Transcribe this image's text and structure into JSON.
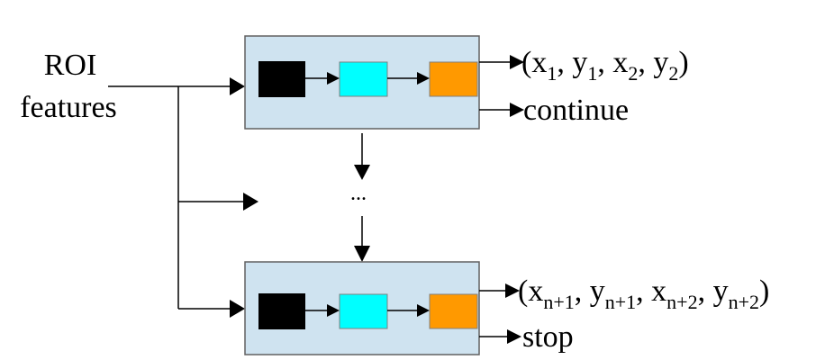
{
  "input_label": {
    "line1": "ROI",
    "line2": "features"
  },
  "stage_top": {
    "output_open": "(x",
    "output_sub1": "1",
    "output_mid1": ", y",
    "output_sub2": "1",
    "output_mid2": ", x",
    "output_sub3": "2",
    "output_mid3": ", y",
    "output_sub4": "2",
    "output_close": ")",
    "decision": "continue"
  },
  "ellipsis": "...",
  "stage_bottom": {
    "output_open": "(x",
    "output_sub1": "n+1",
    "output_mid1": ", y",
    "output_sub2": "n+1",
    "output_mid2": ", x",
    "output_sub3": "n+2",
    "output_mid3": ", y",
    "output_sub4": "n+2",
    "output_close": ")",
    "decision": "stop"
  },
  "colors": {
    "stage_fill": "#cfe3f0",
    "stage_border": "#606060",
    "block1": "#000000",
    "block2": "#00ffff",
    "block3": "#ff9900",
    "line": "#000000"
  }
}
